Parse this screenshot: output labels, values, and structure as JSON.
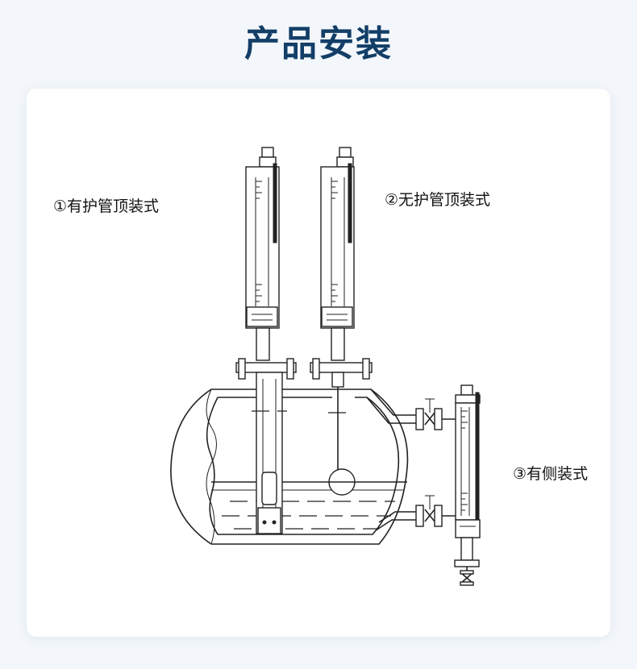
{
  "header": {
    "title": "产品安装"
  },
  "labels": {
    "top_with_tube": "①有护管顶装式",
    "top_without_tube": "②无护管顶装式",
    "side_mount": "③有侧装式"
  },
  "colors": {
    "title": "#123e67",
    "background": "#f3f7fb",
    "card": "#ffffff",
    "line": "#222222"
  }
}
